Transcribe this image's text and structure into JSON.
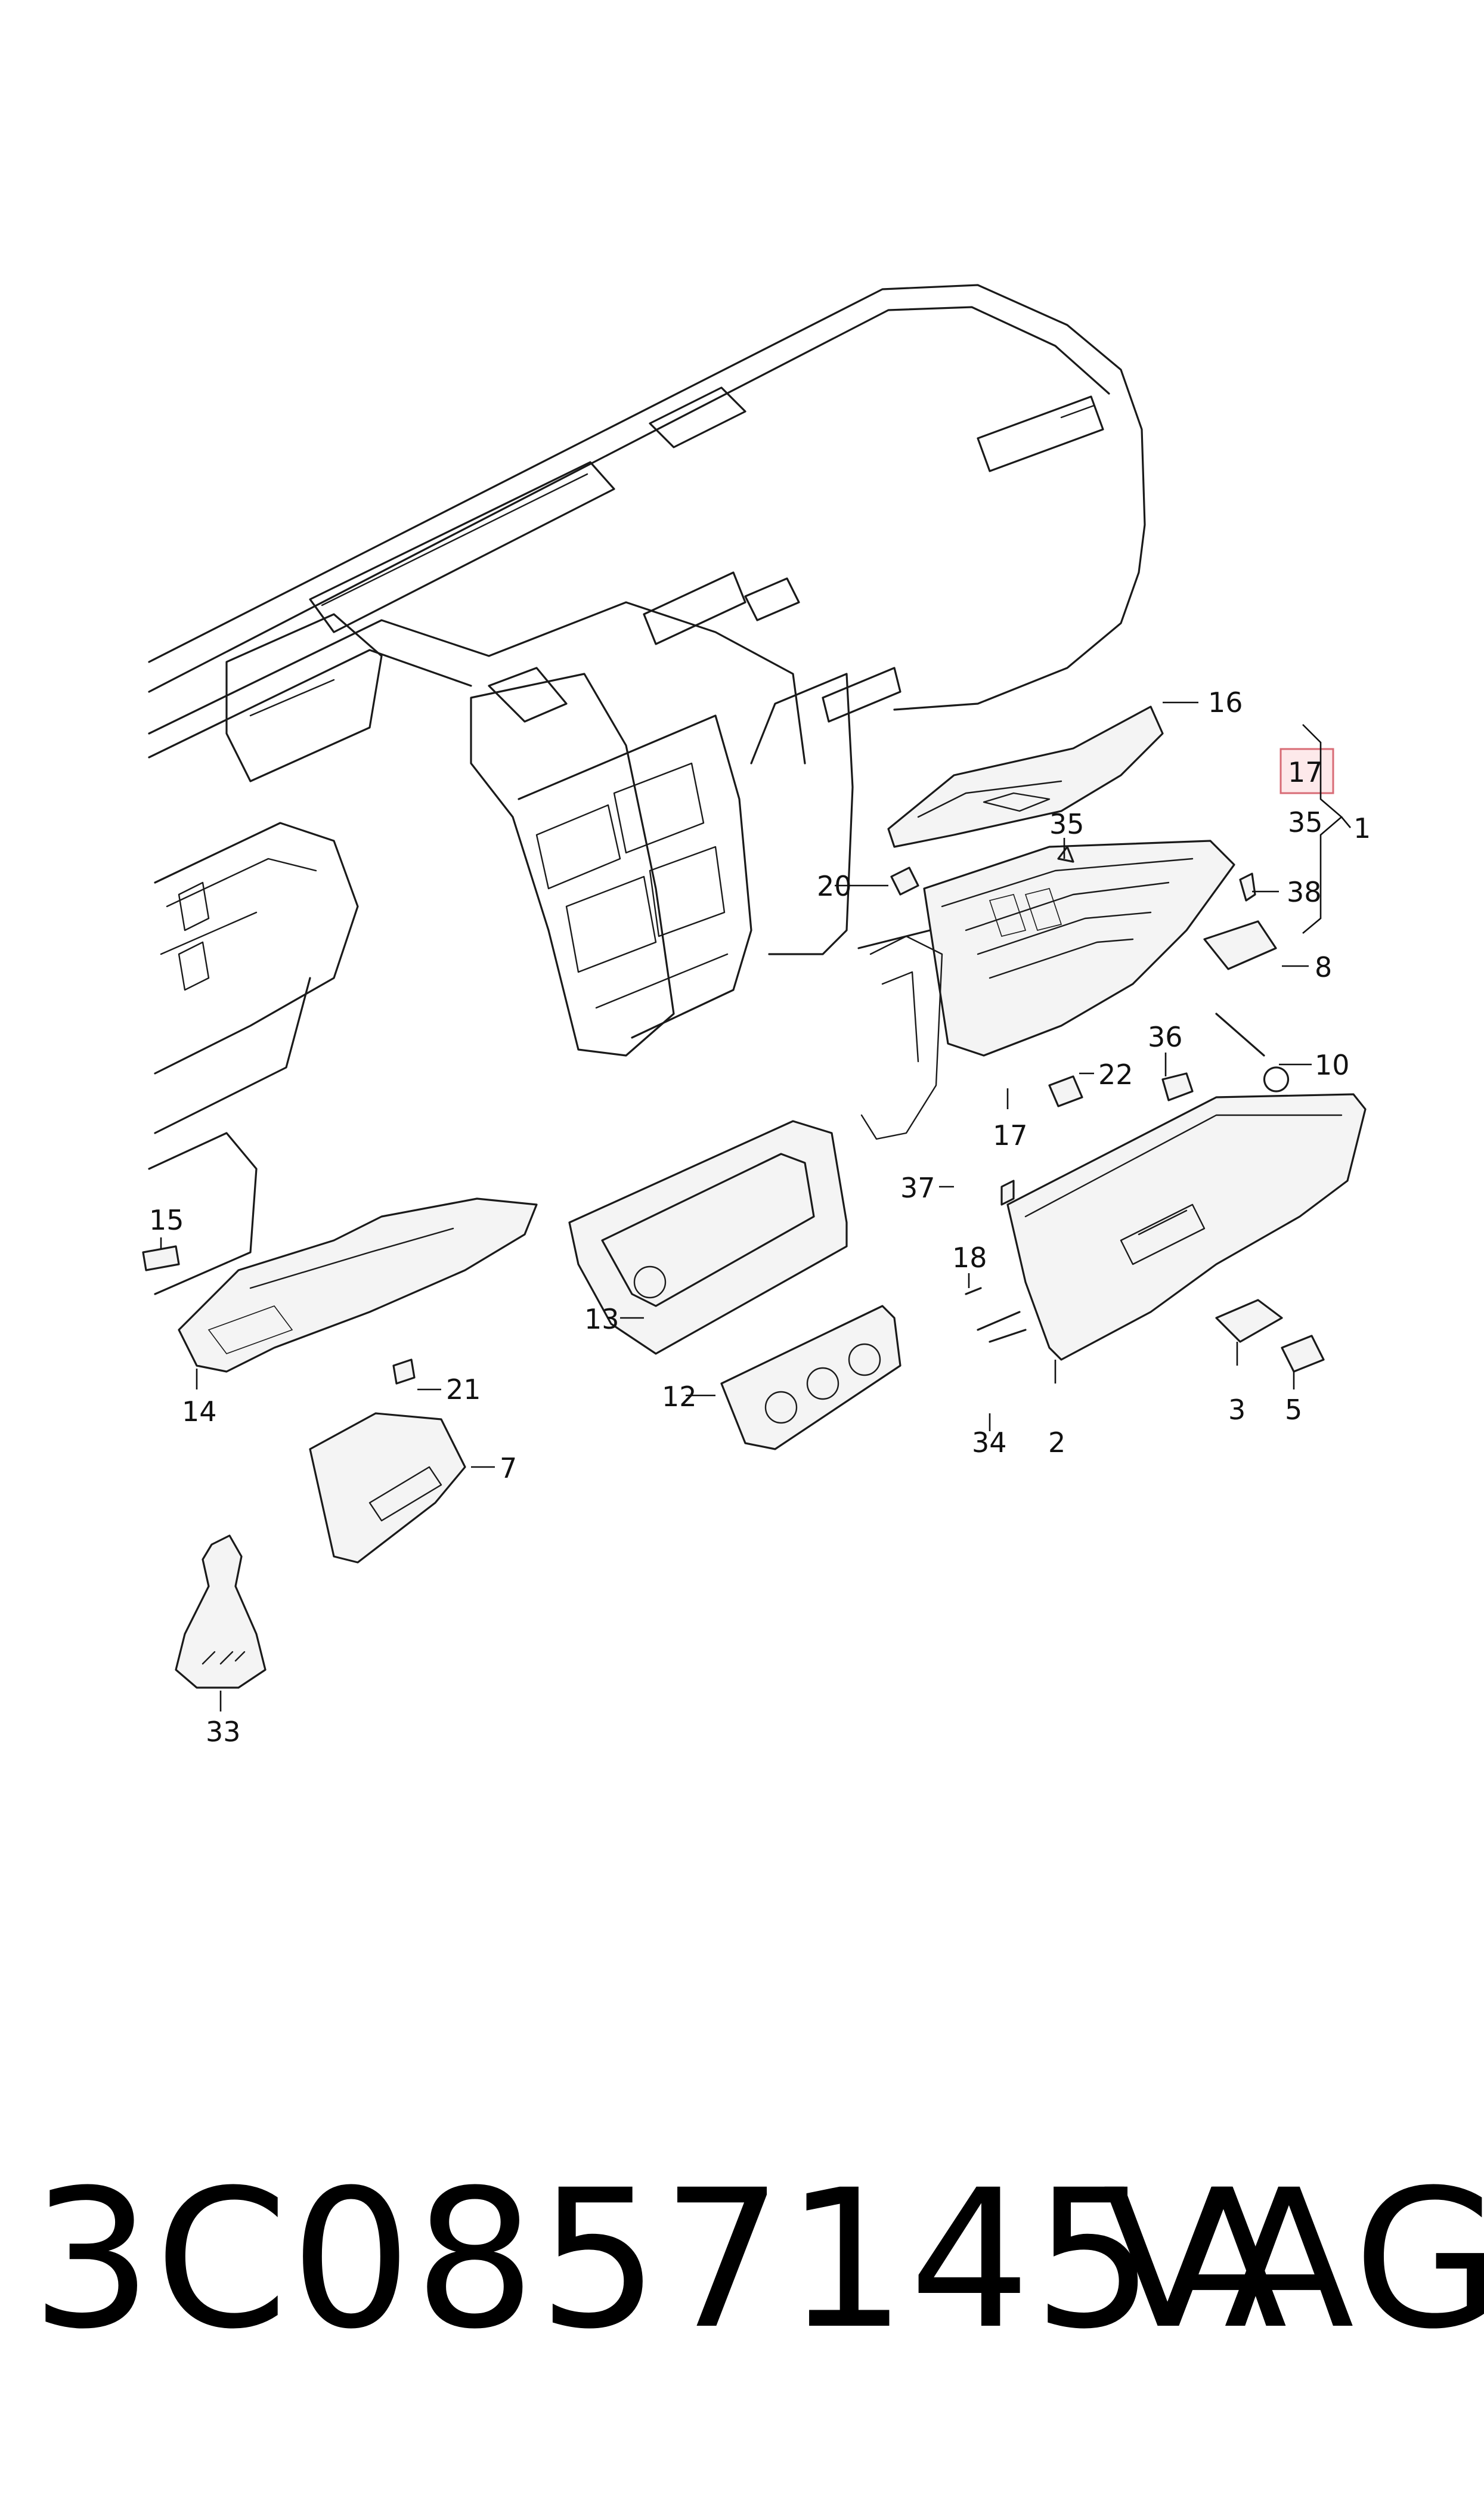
{
  "callouts": {
    "c16": "16",
    "c17_highlighted": "17",
    "c35_group": "35",
    "c1": "1",
    "c35": "35",
    "c20": "20",
    "c38": "38",
    "c8": "8",
    "c36": "36",
    "c10": "10",
    "c22": "22",
    "c17": "17",
    "c37": "37",
    "c15": "15",
    "c18": "18",
    "c13": "13",
    "c21": "21",
    "c14": "14",
    "c12": "12",
    "c7": "7",
    "c3": "3",
    "c5": "5",
    "c34": "34",
    "c2": "2",
    "c33": "33"
  },
  "highlight_color": "#d86b75",
  "footer": {
    "part_number": "3C0857145A",
    "brand": "VAG"
  }
}
